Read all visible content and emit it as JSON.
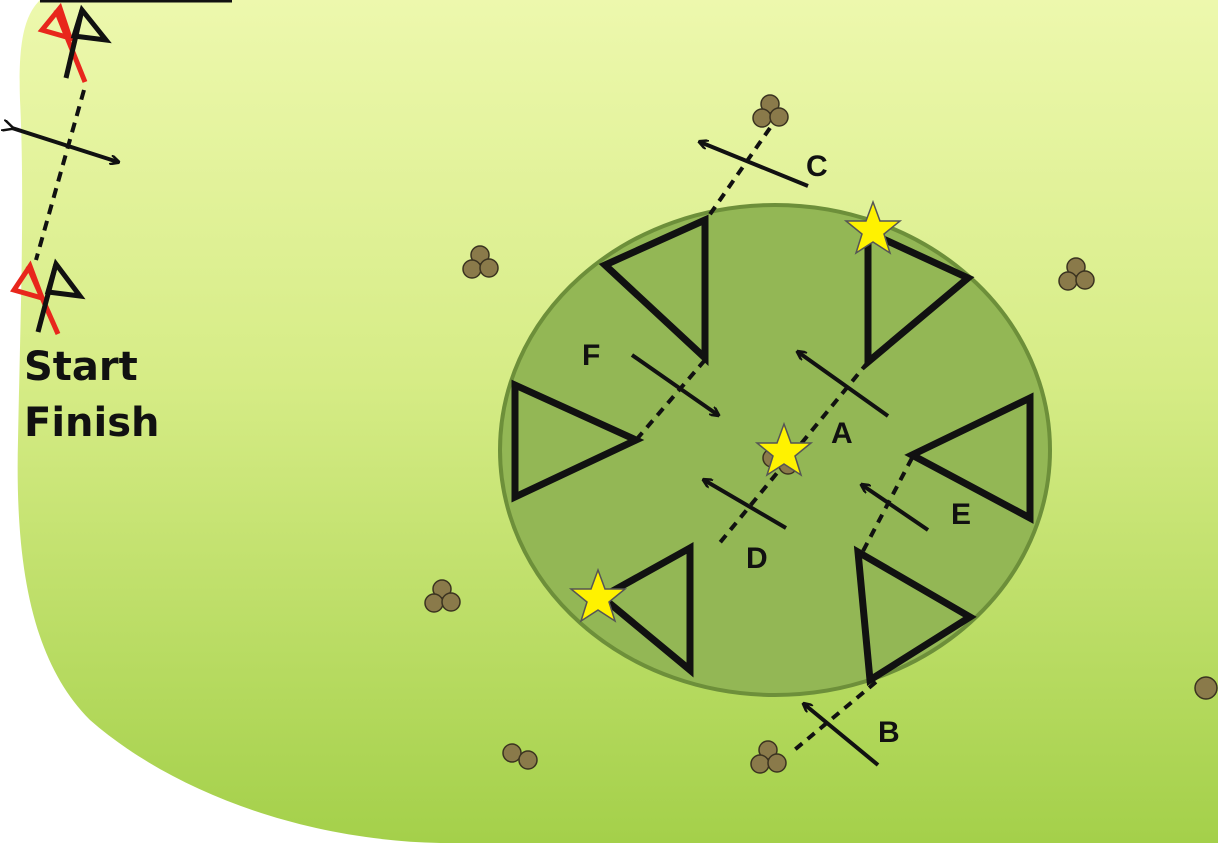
{
  "course": {
    "start_label": "Start",
    "finish_label": "Finish",
    "marks": [
      {
        "id": "A",
        "label": "A"
      },
      {
        "id": "B",
        "label": "B"
      },
      {
        "id": "C",
        "label": "C"
      },
      {
        "id": "D",
        "label": "D"
      },
      {
        "id": "E",
        "label": "E"
      },
      {
        "id": "F",
        "label": "F"
      }
    ]
  },
  "colors": {
    "field_light": "#eaf6a6",
    "field_dark": "#a6d24e",
    "circle_fill": "#93b755",
    "circle_stroke": "#6d8f3a",
    "rock_fill": "#8a7a4a",
    "star_fill": "#fff200",
    "flag_red": "#e8261c"
  },
  "icons": [
    "start-flag-icon",
    "finish-flag-icon",
    "rock-cluster-icon",
    "star-icon",
    "triangle-marker-icon",
    "arrow-icon"
  ]
}
